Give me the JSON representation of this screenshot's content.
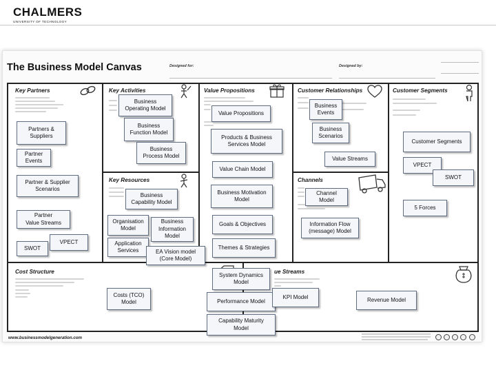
{
  "header": {
    "logo_main": "CHALMERS",
    "logo_sub": "UNIVERSITY OF TECHNOLOGY"
  },
  "canvas": {
    "title": "The Business Model Canvas",
    "designed_for": "Designed for:",
    "designed_by": "Designed by:",
    "footer_url": "www.businessmodelgeneration.com"
  },
  "blocks": {
    "key_partners": "Key Partners",
    "key_activities": "Key Activities",
    "value_propositions": "Value Propositions",
    "customer_relationships": "Customer Relationships",
    "customer_segments": "Customer Segments",
    "key_resources": "Key Resources",
    "channels": "Channels",
    "cost_structure": "Cost Structure",
    "revenue_streams": "ue Streams"
  },
  "models": {
    "partners_suppliers": "Partners &\nSuppliers",
    "partner_events": "Partner\nEvents",
    "partner_supplier_scenarios": "Partner & Supplier\nScenarios",
    "partner_value_streams": "Partner\nValue Streams",
    "swot_left": "SWOT",
    "vpect_left": "VPECT",
    "business_operating_model": "Business\nOperating Model",
    "business_function_model": "Business\nFunction Model",
    "business_process_model": "Business\nProcess Model",
    "business_capability_model": "Business\nCapability Model",
    "organisation_model": "Organisation\nModel",
    "business_information_model": "Business\nInformation\nModel",
    "application_services": "Application\nServices",
    "ea_vision_model": "EA Vision model\n(Core Model)",
    "value_propositions_model": "Value Propositions",
    "products_services_model": "Products & Business\nServices Model",
    "value_chain_model": "Value Chain Model",
    "business_motivation_model": "Business Motivation\nModel",
    "goals_objectives": "Goals & Objectives",
    "themes_strategies": "Themes & Strategies",
    "system_dynamics_model": "System Dynamics\nModel",
    "performance_model": "Performance Model",
    "capability_maturity_model": "Capability Maturity\nModel",
    "kpi_model": "KPI Model",
    "business_events": "Business\nEvents",
    "business_scenarios": "Business\nScenarios",
    "value_streams": "Value Streams",
    "channel_model": "Channel\nModel",
    "information_flow": "Information Flow\n(message) Model",
    "customer_segments_model": "Customer Segments",
    "vpect_right": "VPECT",
    "swot_right": "SWOT",
    "five_forces": "5 Forces",
    "costs_tco": "Costs (TCO)\nModel",
    "revenue_model": "Revenue Model"
  },
  "icons": {
    "key_partners": "chain-link-icon",
    "key_activities": "worker-icon",
    "value_propositions": "gift-icon",
    "customer_relationships": "heart-icon",
    "customer_segments": "person-icon",
    "key_resources": "worker-icon",
    "channels": "truck-icon",
    "cost_structure": "price-tag-icon",
    "revenue_streams": "money-bag-icon"
  }
}
